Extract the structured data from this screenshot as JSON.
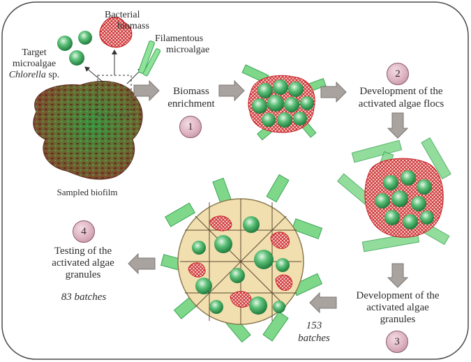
{
  "labels": {
    "bacterial_biomass": [
      "Bacterial",
      "biomass"
    ],
    "filamentous": [
      "Filamentous",
      "microalgae"
    ],
    "target_algae": [
      "Target",
      "microalgae"
    ],
    "target_species": "Chlorella",
    "target_suffix": " sp.",
    "biofilm": "Sampled biofilm",
    "biomass_enrichment": [
      "Biomass",
      "enrichment"
    ],
    "dev_flocs": [
      "Development of the",
      "activated algae flocs"
    ],
    "dev_granules": [
      "Development of the",
      "activated algae",
      "granules"
    ],
    "testing": [
      "Testing of the",
      "activated algae",
      "granules"
    ],
    "batches_153": [
      "153",
      "batches"
    ],
    "batches_83": "83 batches"
  },
  "steps": [
    "1",
    "2",
    "3",
    "4"
  ],
  "colors": {
    "algae_green": "#3fae5f",
    "filament_green": "#7fd88a",
    "bacteria_red": "#d8262c",
    "arrow_gray": "#a9a3a0",
    "granule_fill": "#f2dfb0",
    "step_badge": "#dcb1bf"
  }
}
